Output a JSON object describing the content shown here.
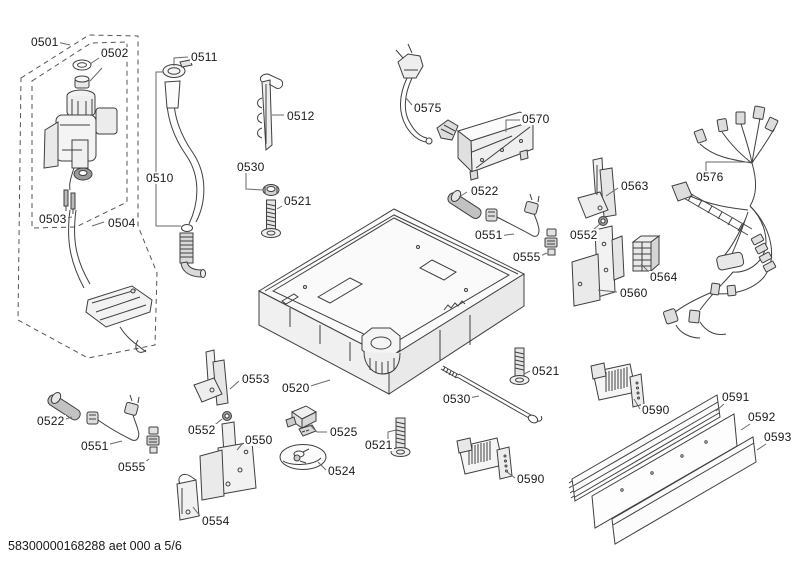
{
  "document": {
    "type": "exploded-parts-diagram",
    "footer_code": "58300000168288 aet 000 a 5/6"
  },
  "colors": {
    "line": "#3f3f3f",
    "dashed_boundary": "#555555",
    "part_fill_light": "#f2f2f2",
    "part_fill_mid": "#d9d9d9",
    "part_fill_dark": "#9a9a9a",
    "background": "#ffffff"
  },
  "labels": [
    {
      "text": "0501",
      "part": "water-inlet-group"
    },
    {
      "text": "0502",
      "part": "seal-and-nut"
    },
    {
      "text": "0511",
      "part": "hose-clamp"
    },
    {
      "text": "0512",
      "part": "hose-holder"
    },
    {
      "text": "0575",
      "part": "power-cord"
    },
    {
      "text": "0570",
      "part": "control-module"
    },
    {
      "text": "0510",
      "part": "inlet-hose"
    },
    {
      "text": "0530",
      "part": "nut"
    },
    {
      "text": "0521",
      "part": "screw"
    },
    {
      "text": "0576",
      "part": "cable-harness"
    },
    {
      "text": "0563",
      "part": "mounting-bracket"
    },
    {
      "text": "0503",
      "part": "valve-leads"
    },
    {
      "text": "0504",
      "part": "inlet-valve"
    },
    {
      "text": "0522",
      "part": "damper-sleeve"
    },
    {
      "text": "0551",
      "part": "sensor-cable"
    },
    {
      "text": "0555",
      "part": "fastening-clip"
    },
    {
      "text": "0552",
      "part": "grommet"
    },
    {
      "text": "0564",
      "part": "connector-block"
    },
    {
      "text": "0560",
      "part": "mounting-bracket"
    },
    {
      "text": "0553",
      "part": "mounting-bracket"
    },
    {
      "text": "0520",
      "part": "base-assembly"
    },
    {
      "text": "0522",
      "part": "damper-sleeve"
    },
    {
      "text": "0551",
      "part": "sensor-cable"
    },
    {
      "text": "0555",
      "part": "fastening-clip"
    },
    {
      "text": "0552",
      "part": "grommet"
    },
    {
      "text": "0550",
      "part": "mounting-bracket"
    },
    {
      "text": "0554",
      "part": "mounting-bracket"
    },
    {
      "text": "0525",
      "part": "fastener-set"
    },
    {
      "text": "0524",
      "part": "sound-damper"
    },
    {
      "text": "0521",
      "part": "screw"
    },
    {
      "text": "0530",
      "part": "spring-rod"
    },
    {
      "text": "0521",
      "part": "screw"
    },
    {
      "text": "0590",
      "part": "vent-grille"
    },
    {
      "text": "0590",
      "part": "vent-grille"
    },
    {
      "text": "0591",
      "part": "base-panel"
    },
    {
      "text": "0592",
      "part": "base-panel"
    },
    {
      "text": "0593",
      "part": "base-panel"
    }
  ]
}
